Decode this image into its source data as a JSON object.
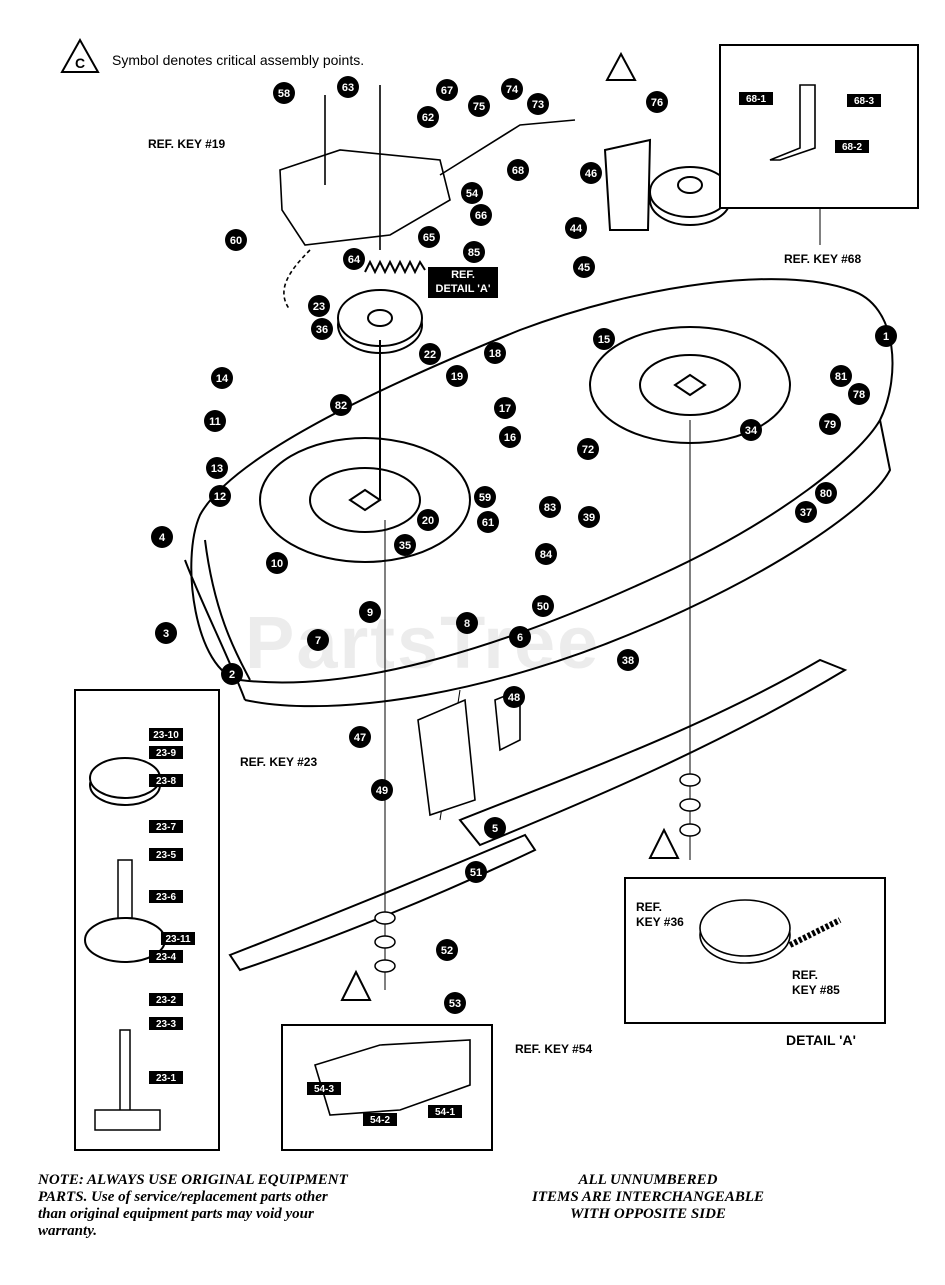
{
  "legend": {
    "symbol": "C",
    "text": "Symbol denotes critical assembly points."
  },
  "watermark": "PartsTree",
  "refs": {
    "key19": "REF. KEY #19",
    "key68": "REF. KEY #68",
    "key23": "REF. KEY #23",
    "key54": "REF. KEY #54",
    "detail_a_line1": "REF.",
    "detail_a_line2": "DETAIL 'A'",
    "detail_ref36_line1": "REF.",
    "detail_ref36_line2": "KEY #36",
    "detail_ref85_line1": "REF.",
    "detail_ref85_line2": "KEY #85",
    "detail_title": "DETAIL 'A'"
  },
  "main_callouts": [
    "1",
    "2",
    "3",
    "4",
    "5",
    "6",
    "7",
    "8",
    "9",
    "10",
    "11",
    "12",
    "13",
    "14",
    "15",
    "16",
    "17",
    "18",
    "19",
    "20",
    "22",
    "23",
    "34",
    "35",
    "36",
    "37",
    "38",
    "39",
    "44",
    "45",
    "46",
    "47",
    "48",
    "49",
    "50",
    "51",
    "52",
    "53",
    "54",
    "58",
    "59",
    "60",
    "61",
    "62",
    "63",
    "64",
    "65",
    "66",
    "67",
    "68",
    "72",
    "73",
    "74",
    "75",
    "76",
    "78",
    "79",
    "80",
    "81",
    "82",
    "83",
    "84",
    "85"
  ],
  "inset68_labels": [
    "68-1",
    "68-3",
    "68-2"
  ],
  "inset23_labels": [
    "23-10",
    "23-9",
    "23-8",
    "23-7",
    "23-5",
    "23-6",
    "23-11",
    "23-4",
    "23-2",
    "23-3",
    "23-1"
  ],
  "inset54_labels": [
    "54-3",
    "54-2",
    "54-1"
  ],
  "notes": {
    "left_line1": "NOTE: ALWAYS USE ORIGINAL EQUIPMENT",
    "left_line2": "PARTS. Use of service/replacement parts other",
    "left_line3": "than original equipment parts may void your",
    "left_line4": "warranty.",
    "right_line1": "ALL UNNUMBERED",
    "right_line2": "ITEMS ARE INTERCHANGEABLE",
    "right_line3": "WITH OPPOSITE SIDE"
  }
}
